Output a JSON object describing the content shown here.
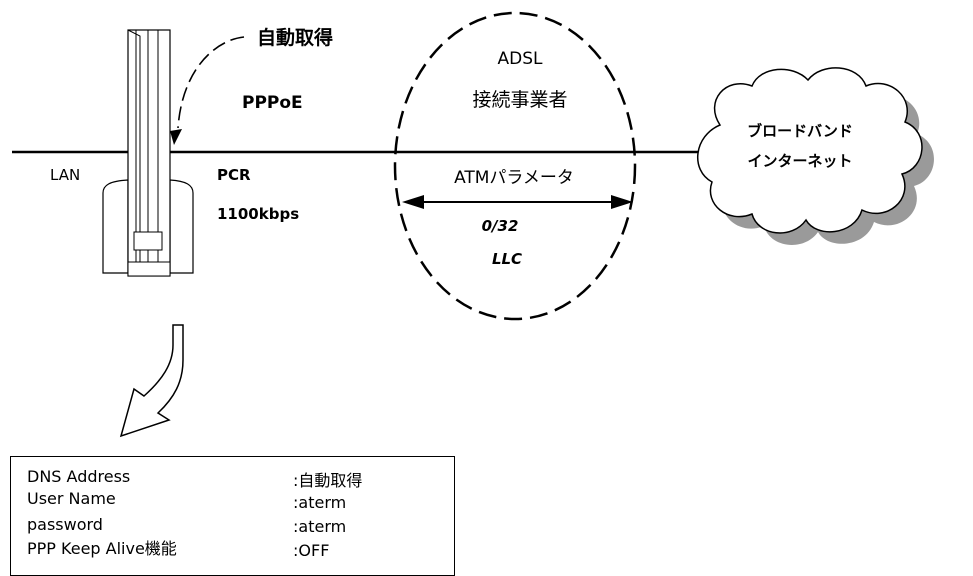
{
  "router": {
    "auto_label": "自動取得",
    "protocol": "PPPoE",
    "lan_label": "LAN",
    "pcr_label": "PCR",
    "pcr_value": "1100kbps"
  },
  "provider": {
    "line1": "ADSL",
    "line2": "接続事業者",
    "atm_label": "ATMパラメータ",
    "vpi_vci": "0/32",
    "encap": "LLC"
  },
  "internet": {
    "line1": "ブロードバンド",
    "line2": "インターネット"
  },
  "settings": [
    {
      "key": "DNS Address",
      "value": ":自動取得"
    },
    {
      "key": "User Name",
      "value": ":aterm"
    },
    {
      "key": "password",
      "value": ":aterm"
    },
    {
      "key": "PPP Keep Alive機能",
      "value": ":OFF"
    }
  ]
}
